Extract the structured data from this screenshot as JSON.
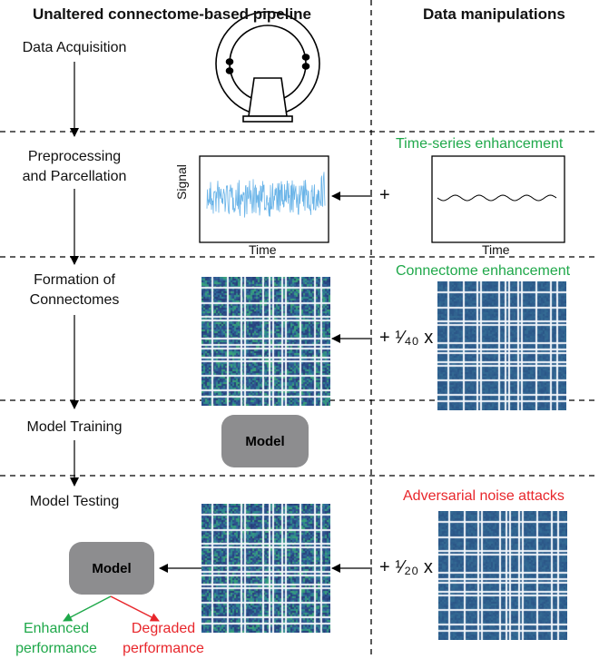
{
  "headers": {
    "left": "Unaltered connectome-based pipeline",
    "right": "Data manipulations"
  },
  "stages": [
    {
      "line1": "Data Acquisition",
      "line2": ""
    },
    {
      "line1": "Preprocessing",
      "line2": "and Parcellation"
    },
    {
      "line1": "Formation of",
      "line2": "Connectomes"
    },
    {
      "line1": "Model Training",
      "line2": ""
    },
    {
      "line1": "Model Testing",
      "line2": ""
    }
  ],
  "manipulations": {
    "timeseries": "Time-series enhancement",
    "connectome": "Connectome enhancement",
    "adversarial": "Adversarial noise attacks"
  },
  "signal_plot": {
    "ylabel": "Signal",
    "xlabel": "Time"
  },
  "enhance_plot": {
    "xlabel": "Time"
  },
  "operators": {
    "plus": "+",
    "connectome_scale": "+ ¼₀ x",
    "adversarial_scale": "+ ¹⁄₂₀ x"
  },
  "model_label": "Model",
  "outcomes": {
    "enhanced_line1": "Enhanced",
    "enhanced_line2": "performance",
    "degraded_line1": "Degraded",
    "degraded_line2": "performance"
  },
  "colors": {
    "green": "#1fa84a",
    "red": "#e8262b",
    "signal": "#6ab4e8",
    "matrix_base": "#2f5d8e",
    "model_box": "#8d8d8f"
  }
}
